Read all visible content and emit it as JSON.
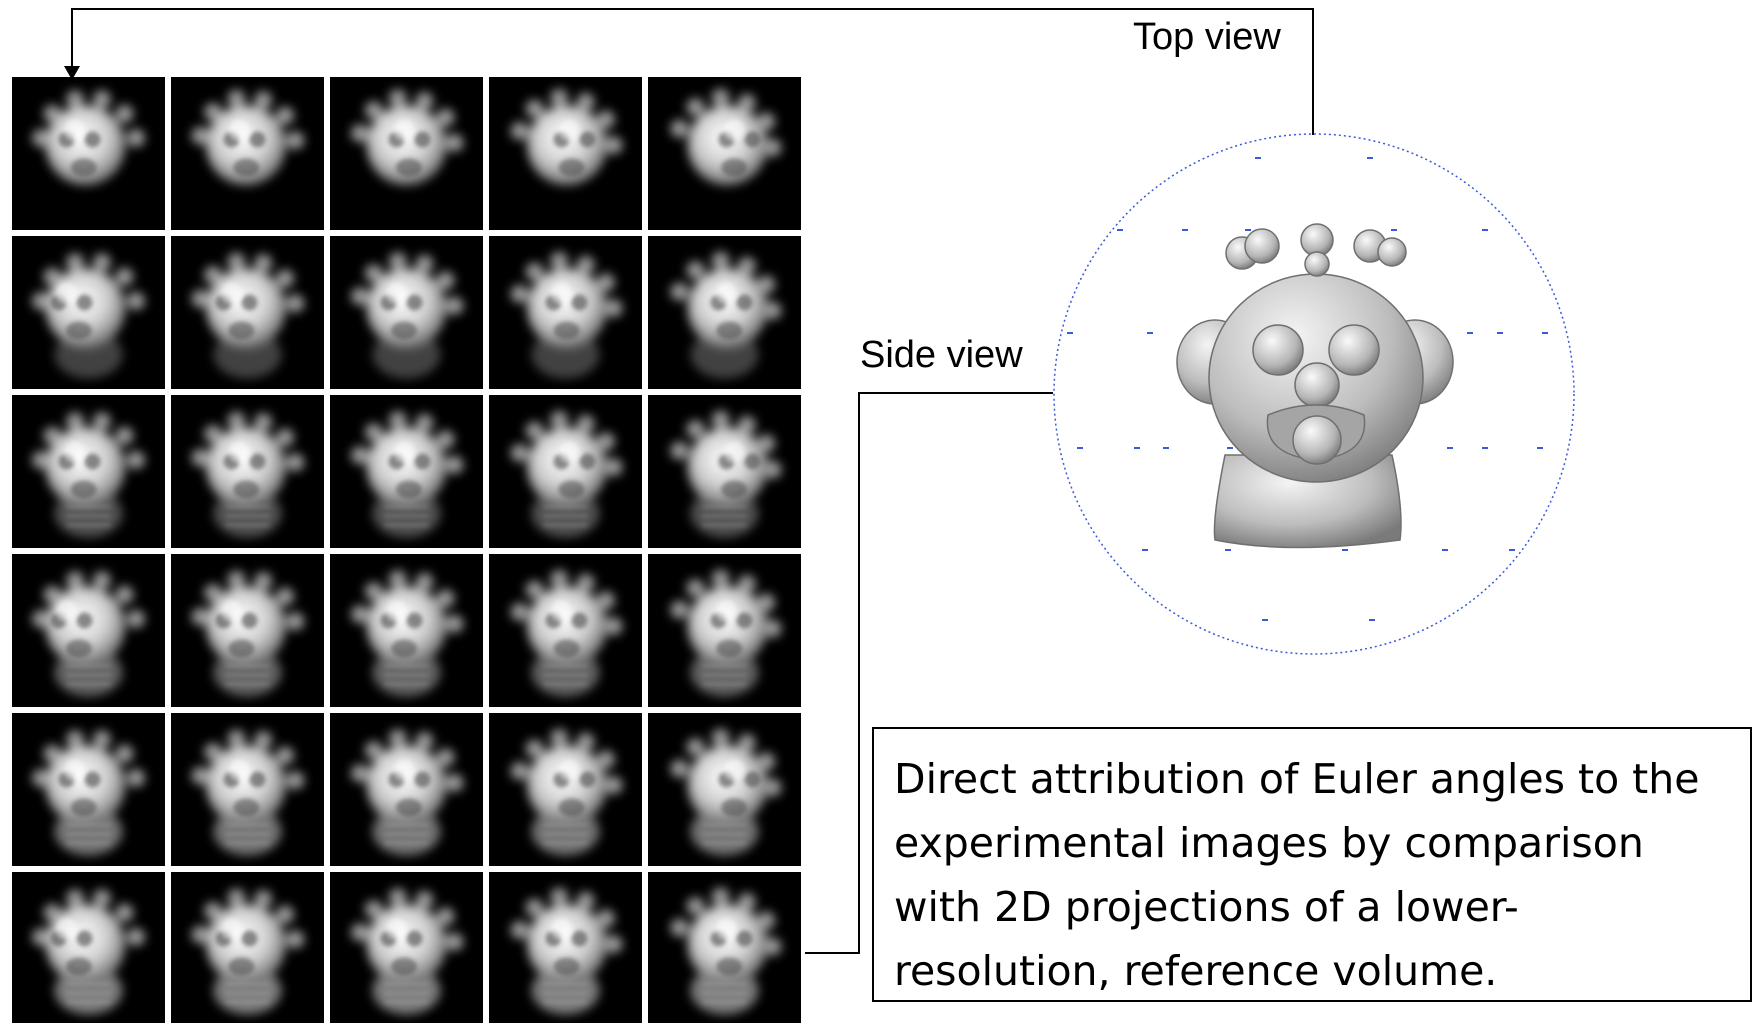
{
  "labels": {
    "top_view": "Top view",
    "side_view": "Side view"
  },
  "caption": "Direct attribution of Euler angles to the\nexperimental images by comparison\nwith 2D projections of a lower-\nresolution, reference volume.",
  "grid": {
    "rows": 6,
    "columns": 5
  },
  "colors": {
    "tile_background": "#000000",
    "sphere_outline": "#3a5bd9",
    "volume_surface": "#bdbdbd"
  }
}
